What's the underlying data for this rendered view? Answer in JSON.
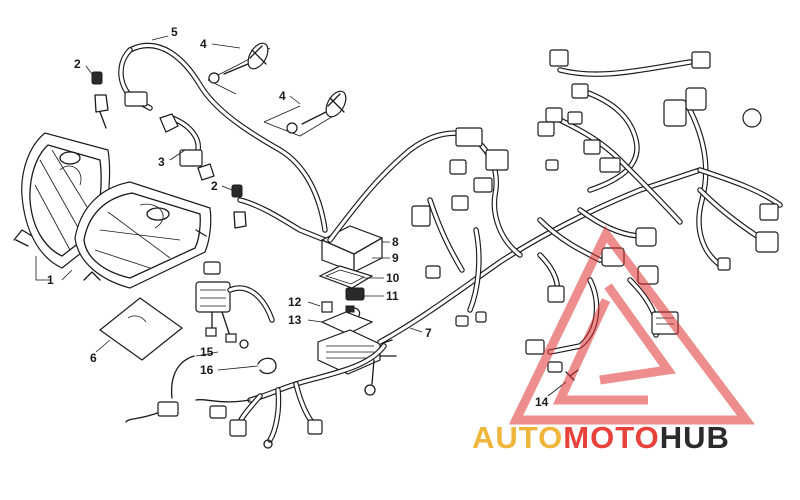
{
  "callouts": [
    {
      "id": "1",
      "label": "1"
    },
    {
      "id": "2a",
      "label": "2"
    },
    {
      "id": "2b",
      "label": "2"
    },
    {
      "id": "3",
      "label": "3"
    },
    {
      "id": "4a",
      "label": "4"
    },
    {
      "id": "4b",
      "label": "4"
    },
    {
      "id": "5",
      "label": "5"
    },
    {
      "id": "6",
      "label": "6"
    },
    {
      "id": "7",
      "label": "7"
    },
    {
      "id": "8",
      "label": "8"
    },
    {
      "id": "9",
      "label": "9"
    },
    {
      "id": "10",
      "label": "10"
    },
    {
      "id": "11",
      "label": "11"
    },
    {
      "id": "12",
      "label": "12"
    },
    {
      "id": "13",
      "label": "13"
    },
    {
      "id": "14",
      "label": "14"
    },
    {
      "id": "15",
      "label": "15"
    },
    {
      "id": "16",
      "label": "16"
    }
  ],
  "watermark": {
    "part1": "AUTO",
    "part2": "MOTO",
    "part3": "HUB",
    "colors": {
      "part1": "#f0b63c",
      "part2": "#e8413a",
      "part3": "#2b2b2b",
      "triangle": "#e03030"
    }
  }
}
